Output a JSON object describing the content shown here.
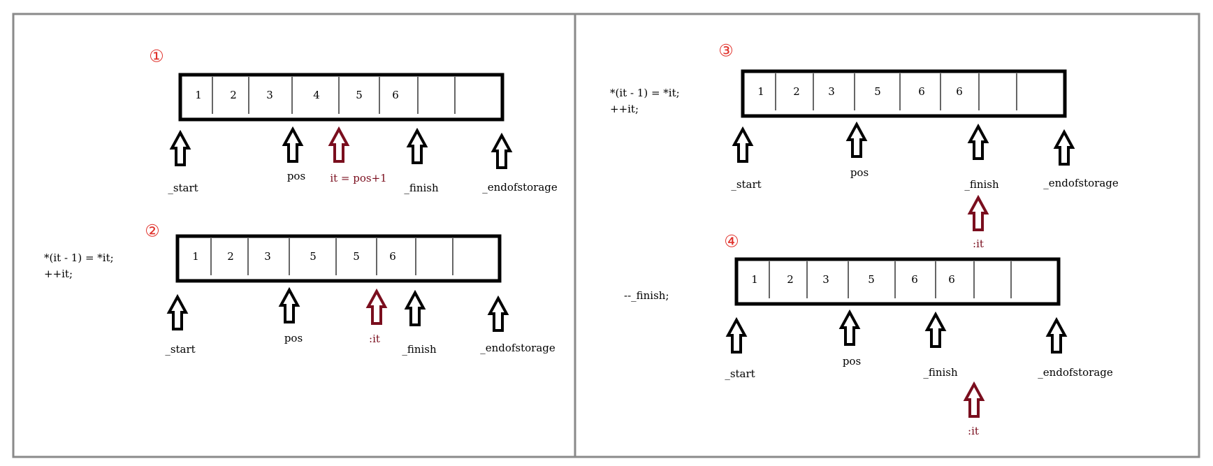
{
  "colors": {
    "frame": "#8a8a8a",
    "stroke": "#000000",
    "accent_red": "#7a0e1e",
    "step_red": "#e0302a"
  },
  "panels": [
    {
      "step": "①",
      "code": [],
      "cells": [
        "1",
        "2",
        "3",
        "4",
        "5",
        "6",
        "",
        ""
      ],
      "pointers": [
        {
          "label": "_start",
          "color": "black"
        },
        {
          "label": "pos",
          "color": "black"
        },
        {
          "label": "it = pos+1",
          "color": "red"
        },
        {
          "label": "_finish",
          "color": "black"
        },
        {
          "label": "_endofstorage",
          "color": "black"
        }
      ]
    },
    {
      "step": "②",
      "code": [
        "*(it - 1) = *it;",
        "++it;"
      ],
      "cells": [
        "1",
        "2",
        "3",
        "5",
        "5",
        "6",
        "",
        ""
      ],
      "pointers": [
        {
          "label": "_start",
          "color": "black"
        },
        {
          "label": "pos",
          "color": "black"
        },
        {
          "label": ":it",
          "color": "red"
        },
        {
          "label": "_finish",
          "color": "black"
        },
        {
          "label": "_endofstorage",
          "color": "black"
        }
      ]
    },
    {
      "step": "③",
      "code": [
        "*(it - 1) = *it;",
        "++it;"
      ],
      "cells": [
        "1",
        "2",
        "3",
        "5",
        "6",
        "6",
        "",
        ""
      ],
      "pointers": [
        {
          "label": "_start",
          "color": "black"
        },
        {
          "label": "pos",
          "color": "black"
        },
        {
          "label": "_finish",
          "color": "black"
        },
        {
          "label": "_endofstorage",
          "color": "black"
        },
        {
          "label": ":it",
          "color": "red"
        }
      ]
    },
    {
      "step": "④",
      "code": [
        "--_finish;"
      ],
      "cells": [
        "1",
        "2",
        "3",
        "5",
        "6",
        "6",
        "",
        ""
      ],
      "pointers": [
        {
          "label": "_start",
          "color": "black"
        },
        {
          "label": "pos",
          "color": "black"
        },
        {
          "label": "_finish",
          "color": "black"
        },
        {
          "label": "_endofstorage",
          "color": "black"
        },
        {
          "label": ":it",
          "color": "red"
        }
      ]
    }
  ]
}
